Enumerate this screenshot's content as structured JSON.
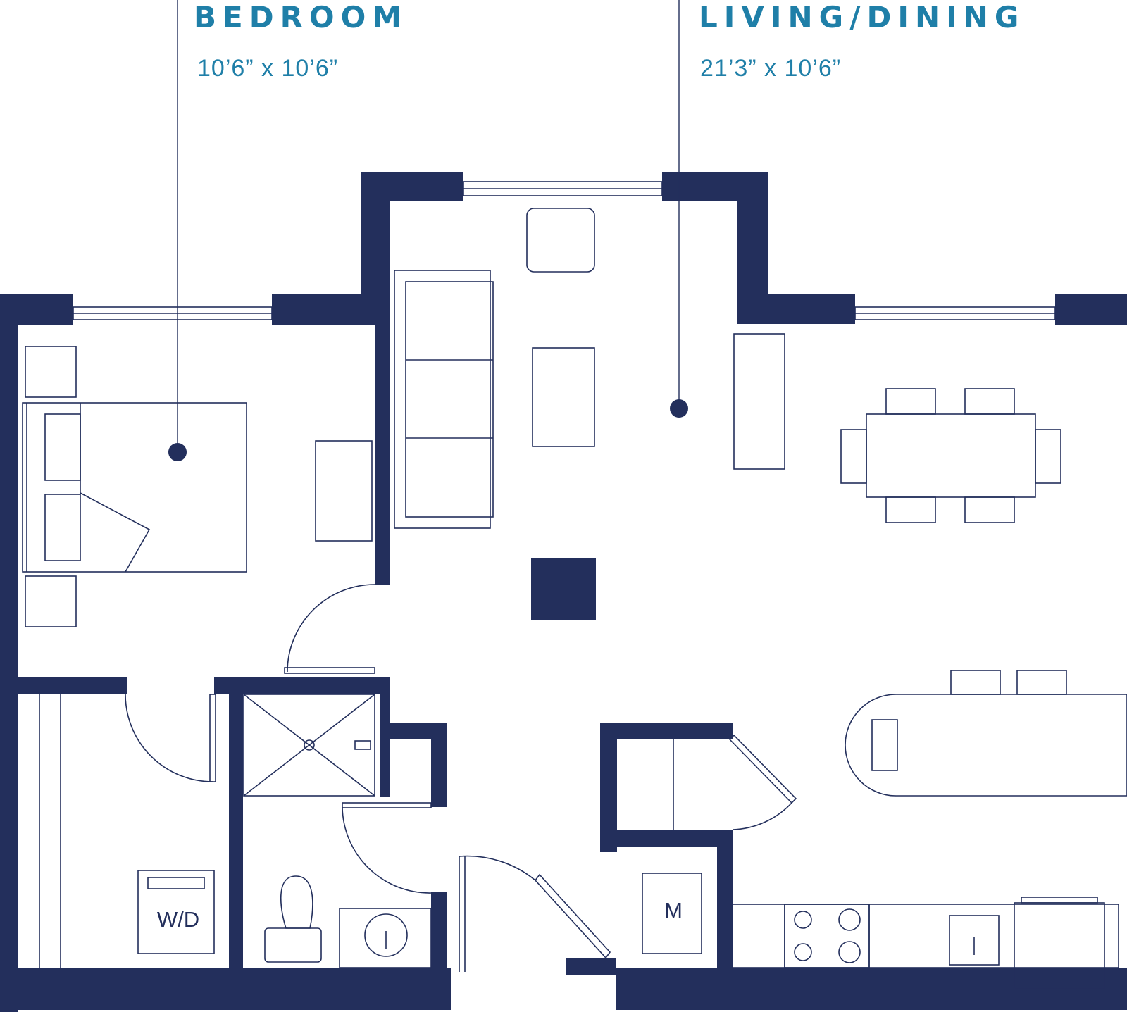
{
  "colors": {
    "wall": "#232f5c",
    "line": "#232f5c",
    "label": "#1f7fa8",
    "background": "#ffffff"
  },
  "rooms": [
    {
      "id": "bedroom",
      "title": "BEDROOM",
      "dimensions": "10’6” x 10’6”"
    },
    {
      "id": "living",
      "title": "LIVING/DINING",
      "dimensions": "21’3” x 10’6”"
    }
  ],
  "fixtures": {
    "washer_dryer": "W/D",
    "microwave": "M"
  }
}
